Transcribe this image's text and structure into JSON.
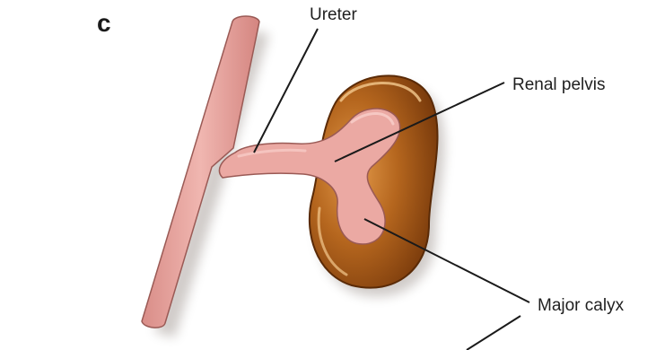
{
  "panel_letter": "c",
  "labels": {
    "ureter": "Ureter",
    "renal_pelvis": "Renal pelvis",
    "major_calyx": "Major calyx"
  },
  "colors": {
    "tube_fill": "#E8A5A0",
    "tube_outline": "#9A5A55",
    "kidney_dark": "#7A3A0C",
    "kidney_mid": "#B5661E",
    "kidney_light": "#D98C3A",
    "leader_line": "#1a1a1a"
  }
}
